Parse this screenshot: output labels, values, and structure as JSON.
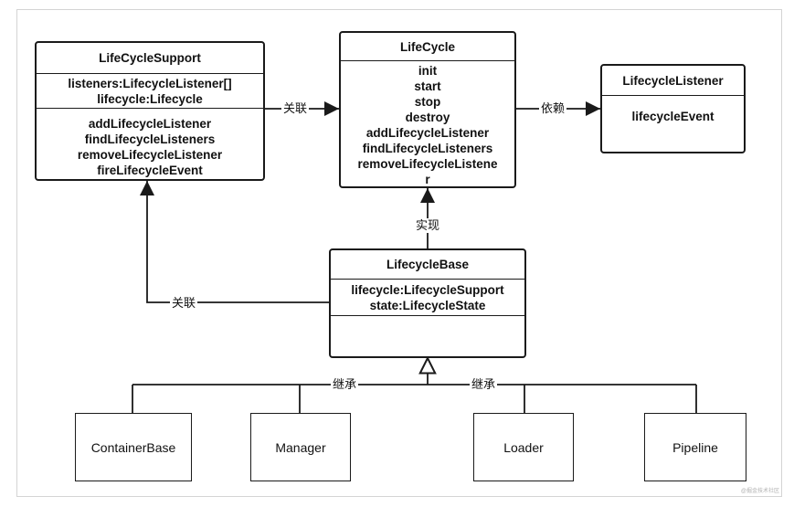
{
  "classes": {
    "lifecycle_support": {
      "title": "LifeCycleSupport",
      "fields": [
        "listeners:LifecycleListener[]",
        "lifecycle:Lifecycle"
      ],
      "methods": [
        "addLifecycleListener",
        "findLifecycleListeners",
        "removeLifecycleListener",
        "fireLifecycleEvent"
      ]
    },
    "lifecycle": {
      "title": "LifeCycle",
      "methods": [
        "init",
        "start",
        "stop",
        "destroy",
        "addLifecycleListener",
        "findLifecycleListeners",
        "removeLifecycleListene",
        "r"
      ]
    },
    "lifecycle_listener": {
      "title": "LifecycleListener",
      "methods": [
        "lifecycleEvent"
      ]
    },
    "lifecycle_base": {
      "title": "LifecycleBase",
      "fields": [
        "lifecycle:LifecycleSupport",
        "state:LifecycleState"
      ]
    }
  },
  "subclasses": [
    "ContainerBase",
    "Manager",
    "Loader",
    "Pipeline"
  ],
  "relations": {
    "association_top": "关联",
    "dependency": "依赖",
    "realization": "实现",
    "association_left": "关联",
    "inherit_left": "继承",
    "inherit_right": "继承"
  },
  "watermark": "@掘金技术社区",
  "colors": {
    "line": "#1a1a1a",
    "frame": "#d4d4d4"
  }
}
